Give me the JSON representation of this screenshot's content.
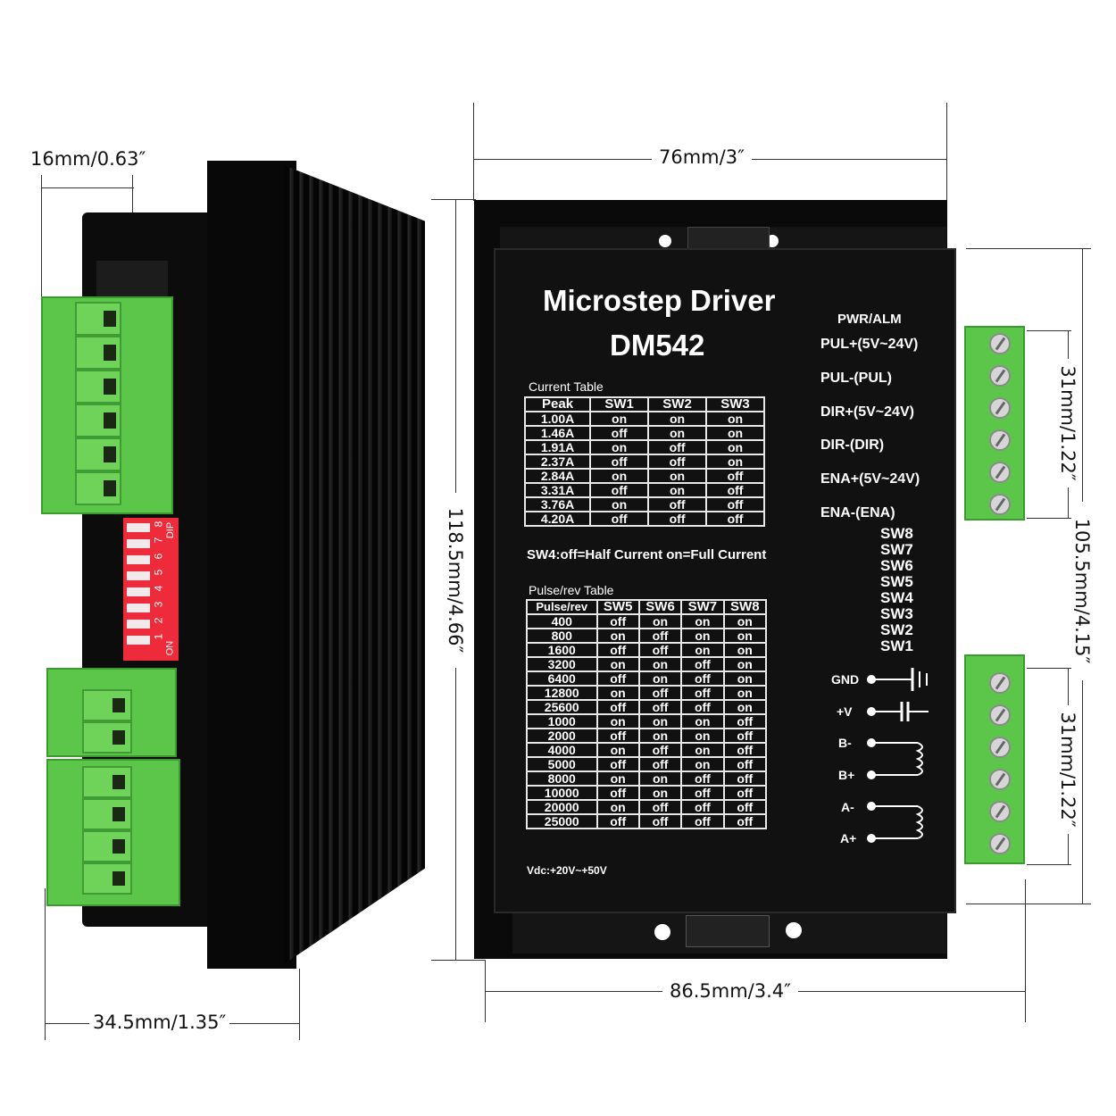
{
  "dimensions": {
    "side_depth": "16mm/0.63″",
    "side_width": "34.5mm/1.35″",
    "front_width_top": "76mm/3″",
    "front_height": "118.5mm/4.66″",
    "front_width_bottom": "86.5mm/3.4″",
    "right_total": "105.5mm/4.15″",
    "terminal_top": "31mm/1.22″",
    "terminal_bottom": "31mm/1.22″"
  },
  "side_view": {
    "dip_numbers": [
      "1",
      "2",
      "3",
      "4",
      "5",
      "6",
      "7",
      "8"
    ],
    "dip_on": "ON",
    "dip_label": "DIP"
  },
  "front": {
    "title": "Microstep Driver",
    "model": "DM542",
    "current_table_title": "Current Table",
    "current_table_headers": [
      "Peak",
      "SW1",
      "SW2",
      "SW3"
    ],
    "current_table_rows": [
      [
        "1.00A",
        "on",
        "on",
        "on"
      ],
      [
        "1.46A",
        "off",
        "on",
        "on"
      ],
      [
        "1.91A",
        "on",
        "off",
        "on"
      ],
      [
        "2.37A",
        "off",
        "off",
        "on"
      ],
      [
        "2.84A",
        "on",
        "on",
        "off"
      ],
      [
        "3.31A",
        "off",
        "on",
        "off"
      ],
      [
        "3.76A",
        "on",
        "off",
        "off"
      ],
      [
        "4.20A",
        "off",
        "off",
        "off"
      ]
    ],
    "sw4_note": "SW4:off=Half Current on=Full Current",
    "pulse_table_title": "Pulse/rev Table",
    "pulse_table_headers": [
      "Pulse/rev",
      "SW5",
      "SW6",
      "SW7",
      "SW8"
    ],
    "pulse_table_rows": [
      [
        "400",
        "off",
        "on",
        "on",
        "on"
      ],
      [
        "800",
        "on",
        "off",
        "on",
        "on"
      ],
      [
        "1600",
        "off",
        "off",
        "on",
        "on"
      ],
      [
        "3200",
        "on",
        "on",
        "off",
        "on"
      ],
      [
        "6400",
        "off",
        "on",
        "off",
        "on"
      ],
      [
        "12800",
        "on",
        "off",
        "off",
        "on"
      ],
      [
        "25600",
        "off",
        "off",
        "off",
        "on"
      ],
      [
        "1000",
        "on",
        "on",
        "on",
        "off"
      ],
      [
        "2000",
        "off",
        "on",
        "on",
        "off"
      ],
      [
        "4000",
        "on",
        "off",
        "on",
        "off"
      ],
      [
        "5000",
        "off",
        "off",
        "on",
        "off"
      ],
      [
        "8000",
        "on",
        "on",
        "off",
        "off"
      ],
      [
        "10000",
        "off",
        "on",
        "off",
        "off"
      ],
      [
        "20000",
        "on",
        "off",
        "off",
        "off"
      ],
      [
        "25000",
        "off",
        "off",
        "off",
        "off"
      ]
    ],
    "vdc": "Vdc:+20V~+50V",
    "pwr_alm": "PWR/ALM",
    "signal_labels": [
      "PUL+(5V~24V)",
      "PUL-(PUL)",
      "DIR+(5V~24V)",
      "DIR-(DIR)",
      "ENA+(5V~24V)",
      "ENA-(ENA)"
    ],
    "sw_labels": [
      "SW8",
      "SW7",
      "SW6",
      "SW5",
      "SW4",
      "SW3",
      "SW2",
      "SW1"
    ],
    "power_labels": [
      "GND",
      "+V",
      "B-",
      "B+",
      "A-",
      "A+"
    ]
  }
}
